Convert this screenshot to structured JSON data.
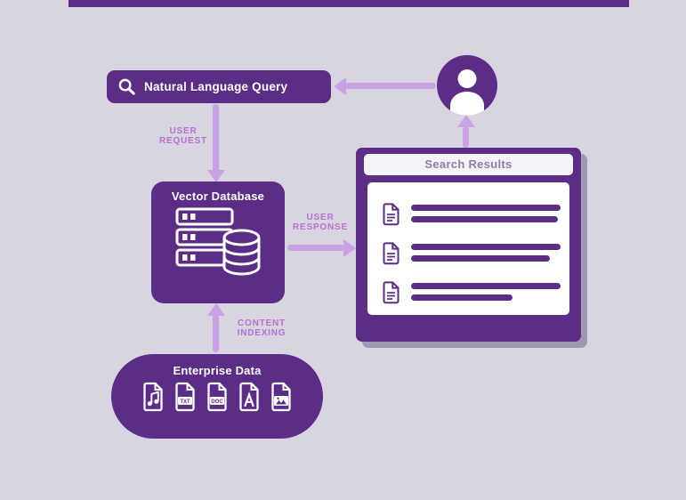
{
  "colors": {
    "background": "#d8d4e0",
    "primary_purple": "#5b2d87",
    "arrow_purple": "#c9a1e5",
    "edge_label_purple": "#b672d2",
    "panel_header_bg": "#f5f2f8",
    "panel_header_text": "#8a7ea8",
    "white": "#ffffff"
  },
  "nodes": {
    "query": {
      "label": "Natural Language Query",
      "icon": "search-icon"
    },
    "user": {
      "icon": "user-icon"
    },
    "vector_db": {
      "label": "Vector Database",
      "icon": "server-database-icon"
    },
    "results": {
      "title": "Search Results",
      "items": [
        {
          "icon": "document-icon",
          "bar_widths_pct": [
            100,
            98
          ]
        },
        {
          "icon": "document-icon",
          "bar_widths_pct": [
            100,
            93
          ]
        },
        {
          "icon": "document-icon",
          "bar_widths_pct": [
            100,
            68
          ]
        }
      ]
    },
    "enterprise": {
      "label": "Enterprise Data",
      "files": [
        {
          "icon": "audio-file-icon"
        },
        {
          "icon": "txt-file-icon",
          "label": "TXT"
        },
        {
          "icon": "doc-file-icon",
          "label": "DOC"
        },
        {
          "icon": "pdf-file-icon"
        },
        {
          "icon": "image-file-icon"
        }
      ]
    }
  },
  "edges": {
    "query_to_db": {
      "line1": "USER",
      "line2": "REQUEST"
    },
    "db_to_results": {
      "line1": "USER",
      "line2": "RESPONSE"
    },
    "enterprise_to_db": {
      "line1": "CONTENT",
      "line2": "INDEXING"
    }
  }
}
